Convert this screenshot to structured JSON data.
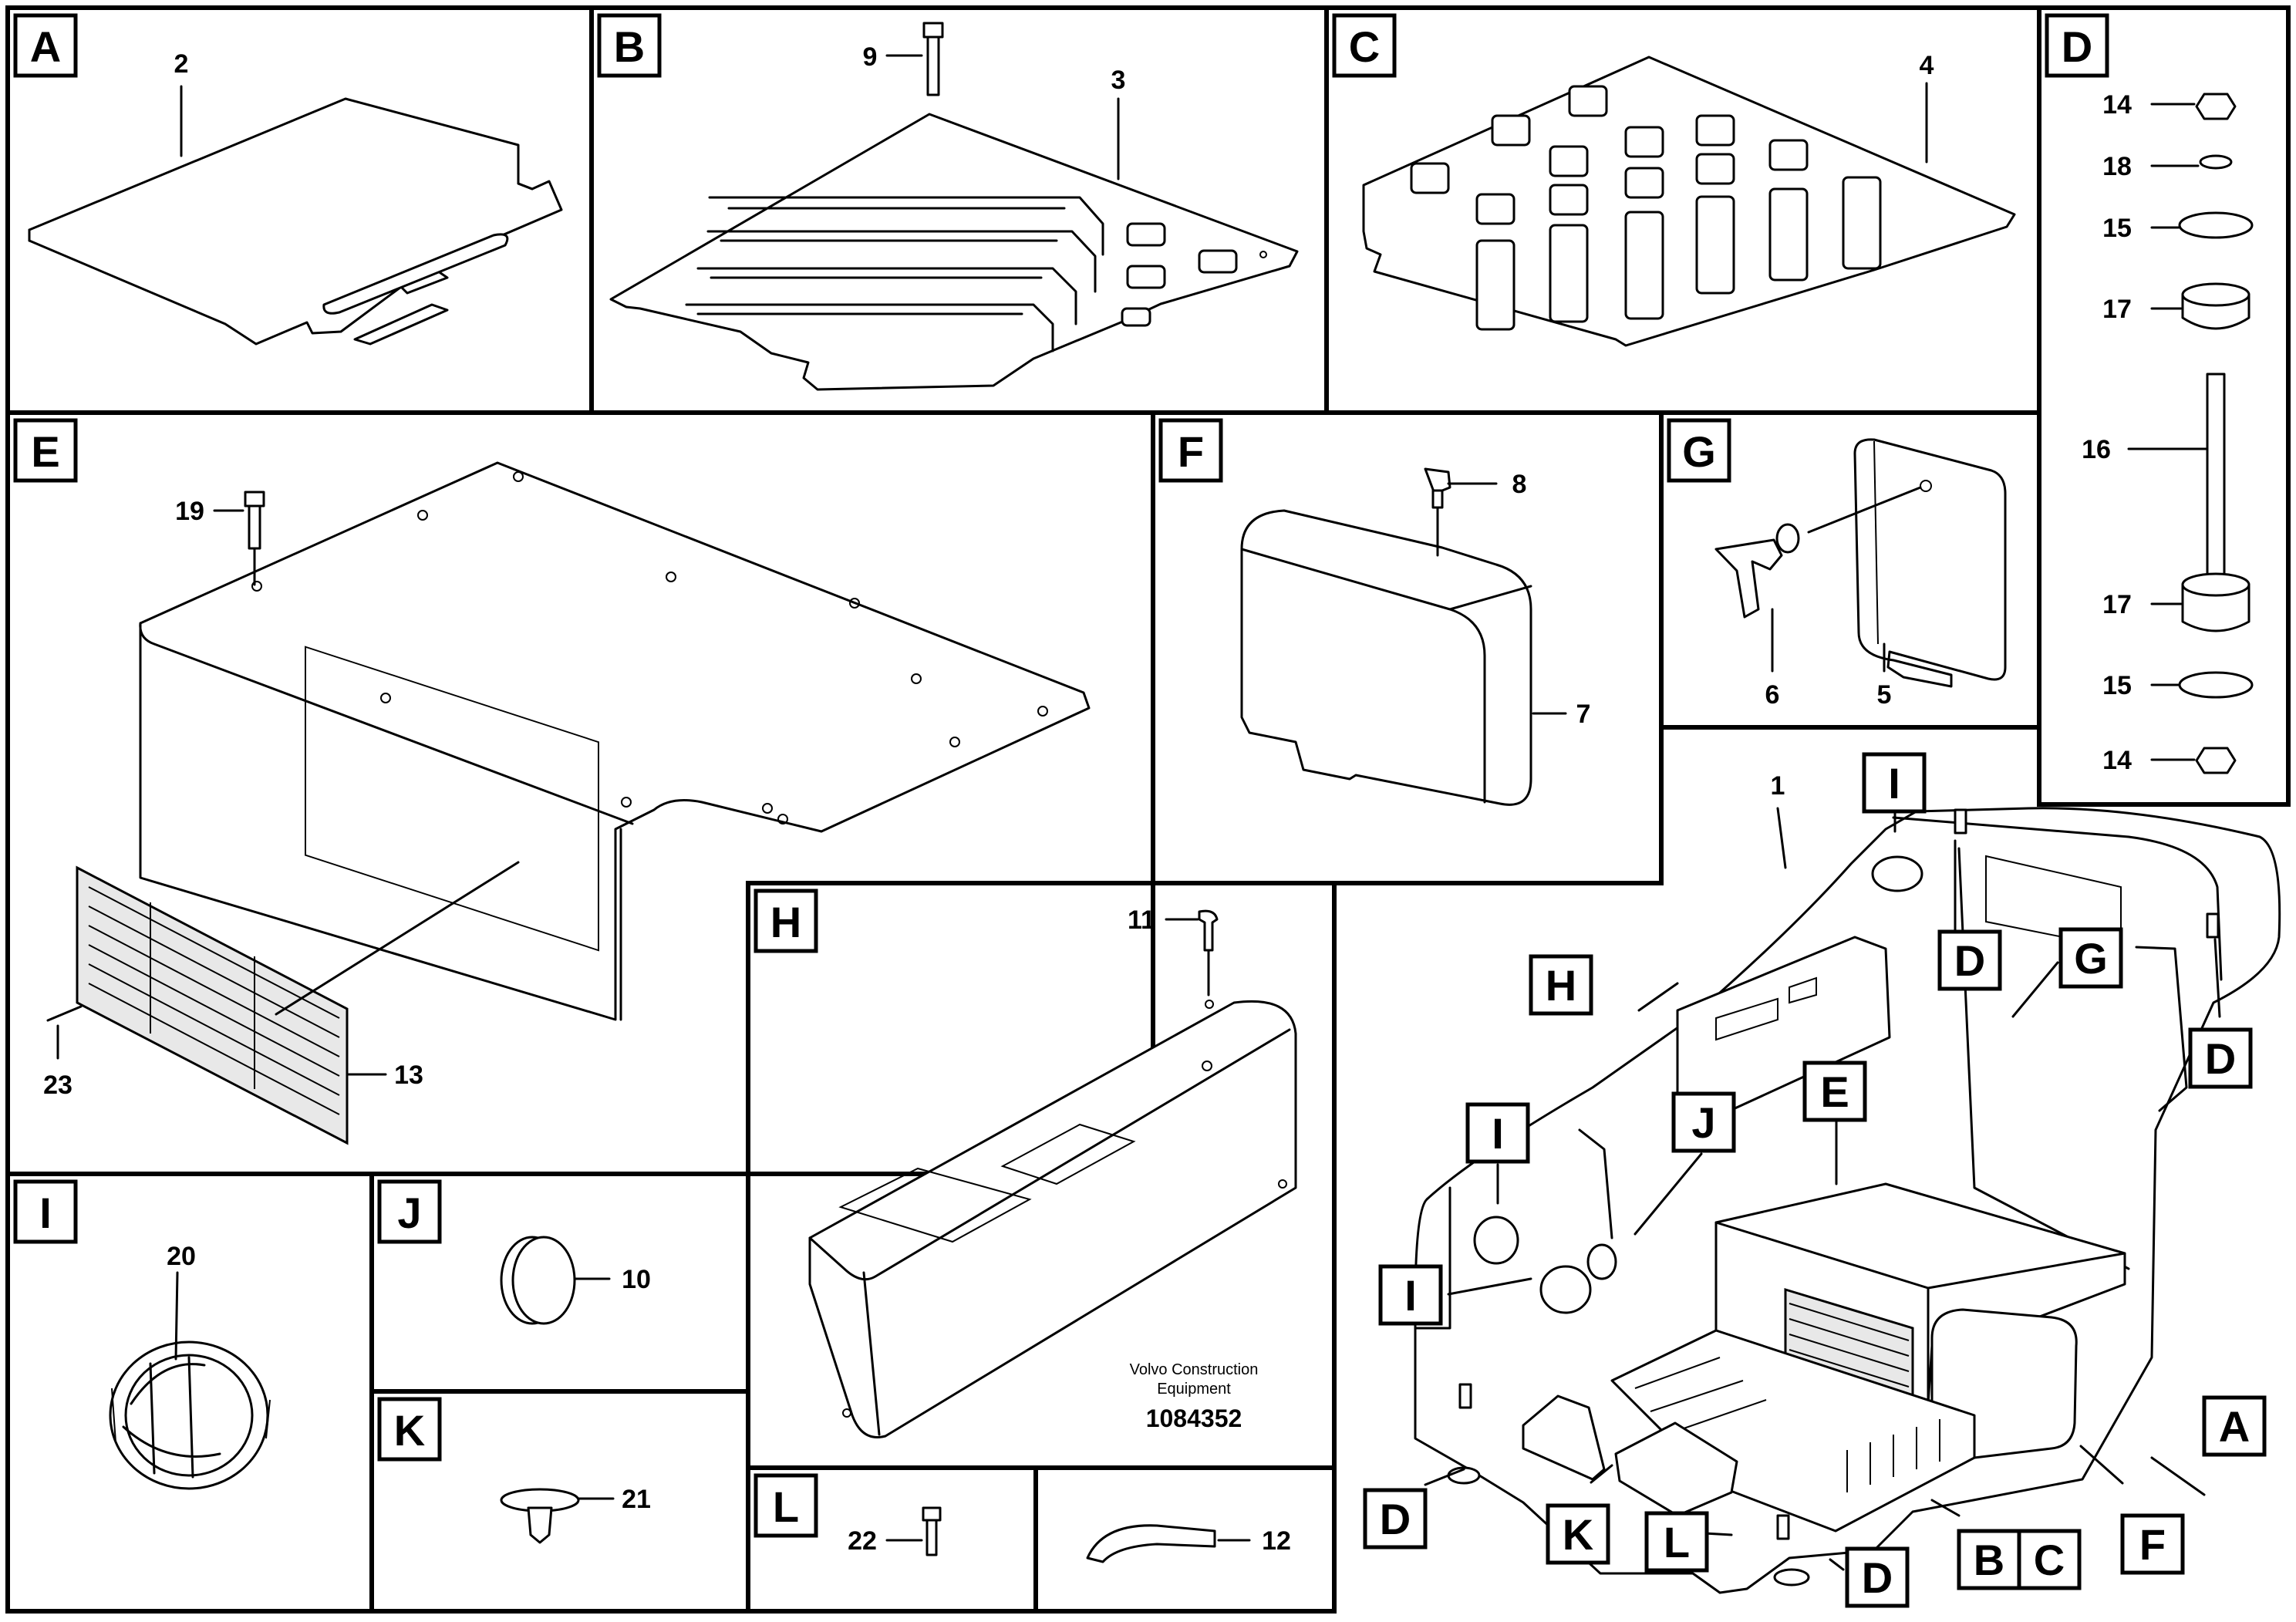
{
  "sections": {
    "A": {
      "letter": "A",
      "parts": [
        "2"
      ]
    },
    "B": {
      "letter": "B",
      "parts": [
        "9",
        "3"
      ]
    },
    "C": {
      "letter": "C",
      "parts": [
        "4"
      ]
    },
    "D": {
      "letter": "D",
      "parts": [
        "14",
        "18",
        "15",
        "17",
        "16",
        "17",
        "15",
        "14"
      ]
    },
    "E": {
      "letter": "E",
      "parts": [
        "19",
        "23",
        "13"
      ]
    },
    "F": {
      "letter": "F",
      "parts": [
        "8",
        "7"
      ]
    },
    "G": {
      "letter": "G",
      "parts": [
        "6",
        "5"
      ]
    },
    "H": {
      "letter": "H",
      "parts": [
        "11"
      ]
    },
    "I": {
      "letter": "I",
      "parts": [
        "20"
      ]
    },
    "J": {
      "letter": "J",
      "parts": [
        "10"
      ]
    },
    "K": {
      "letter": "K",
      "parts": [
        "21"
      ]
    },
    "L": {
      "letter": "L",
      "parts": [
        "22",
        "12"
      ]
    }
  },
  "overview": {
    "part": "1",
    "callouts": [
      "I",
      "H",
      "D",
      "G",
      "D",
      "E",
      "J",
      "I",
      "I",
      "A",
      "D",
      "K",
      "L",
      "D",
      "B",
      "C",
      "F"
    ]
  },
  "footer": {
    "company_line1": "Volvo Construction",
    "company_line2": "Equipment",
    "drawing_number": "1084352"
  }
}
